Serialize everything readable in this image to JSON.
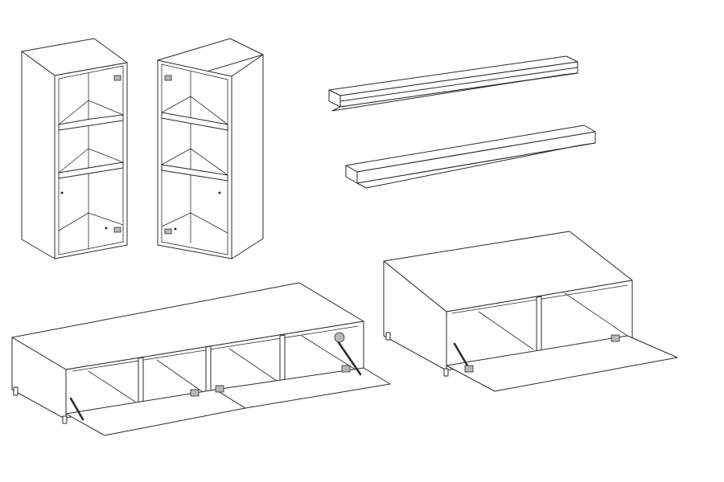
{
  "colors": {
    "background": "#ffffff",
    "line": "#2a2a2a",
    "hardware": "#b8b8b8"
  },
  "items": [
    {
      "name": "cabinet-left",
      "door_side": "right",
      "shelves": 2,
      "hinges": 2
    },
    {
      "name": "cabinet-right",
      "door_side": "left",
      "shelves": 2,
      "hinges": 2
    },
    {
      "name": "wall-shelf-upper"
    },
    {
      "name": "wall-shelf-lower"
    },
    {
      "name": "tv-stand-long",
      "compartments": 4,
      "flaps": 2,
      "gas_struts": 2
    },
    {
      "name": "tv-stand-short",
      "compartments": 2,
      "flaps": 1,
      "gas_struts": 1
    }
  ]
}
